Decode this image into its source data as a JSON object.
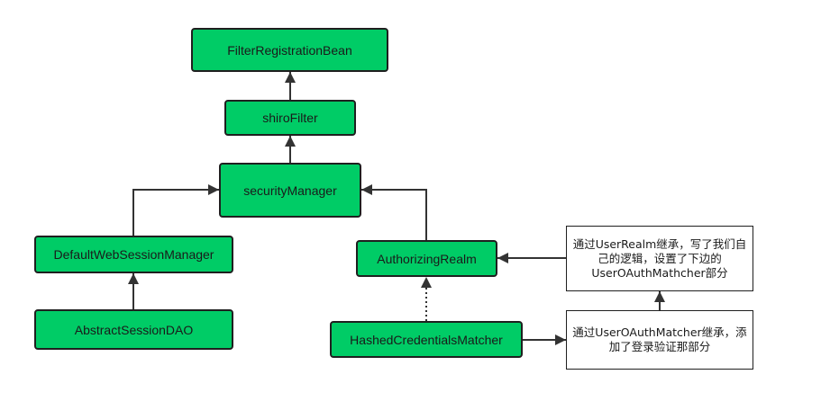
{
  "diagram": {
    "nodes": {
      "filter_registration_bean": "FilterRegistrationBean",
      "shiro_filter": "shiroFilter",
      "security_manager": "securityManager",
      "default_web_session_manager": "DefaultWebSessionManager",
      "abstract_session_dao": "AbstractSessionDAO",
      "authorizing_realm": "AuthorizingRealm",
      "hashed_credentials_matcher": "HashedCredentialsMatcher"
    },
    "notes": {
      "user_realm_note": "通过UserRealm继承，写了我们自己的逻辑，设置了下边的UserOAuthMathcher部分",
      "user_oauth_matcher_note": "通过UserOAuthMatcher继承，添加了登录验证那部分"
    },
    "edges": [
      {
        "from": "shiro_filter",
        "to": "filter_registration_bean",
        "style": "solid"
      },
      {
        "from": "security_manager",
        "to": "shiro_filter",
        "style": "solid"
      },
      {
        "from": "default_web_session_manager",
        "to": "security_manager",
        "style": "solid"
      },
      {
        "from": "authorizing_realm",
        "to": "security_manager",
        "style": "solid"
      },
      {
        "from": "abstract_session_dao",
        "to": "default_web_session_manager",
        "style": "solid"
      },
      {
        "from": "hashed_credentials_matcher",
        "to": "authorizing_realm",
        "style": "dotted"
      },
      {
        "from": "user_realm_note",
        "to": "authorizing_realm",
        "style": "solid"
      },
      {
        "from": "hashed_credentials_matcher",
        "to": "user_oauth_matcher_note",
        "style": "solid"
      },
      {
        "from": "user_oauth_matcher_note",
        "to": "user_realm_note",
        "style": "solid"
      }
    ],
    "colors": {
      "node_fill": "#00cc66",
      "border": "#1f1f1f",
      "edge": "#333333",
      "note_fill": "#ffffff"
    }
  }
}
